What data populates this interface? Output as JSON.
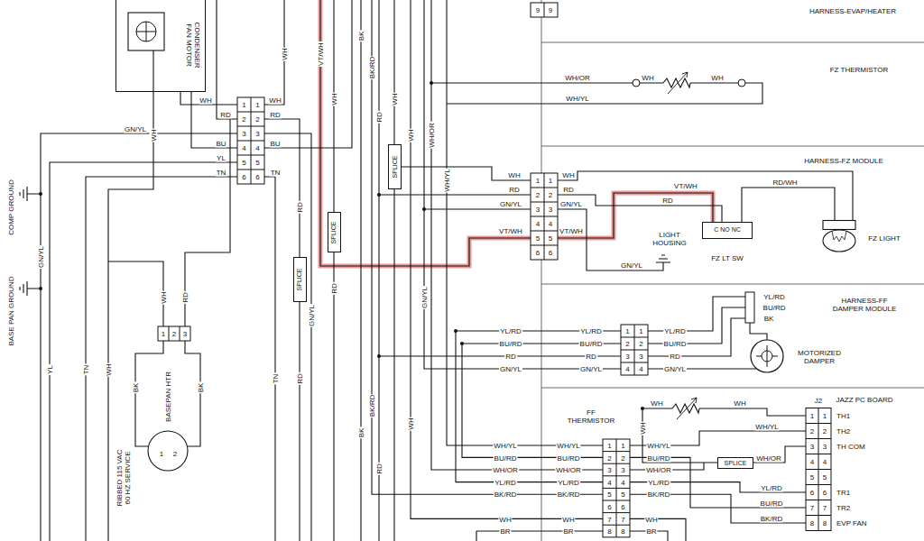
{
  "diagram": {
    "nodes": [
      {
        "text": [
          "CONDENSER FAN MOTOR"
        ]
      },
      {
        "text": [
          "SPLICE"
        ]
      },
      {
        "text": [
          "SPLICE"
        ]
      },
      {
        "text": [
          "SPLICE"
        ]
      },
      {
        "text": [
          "C NO NC",
          "FZ LT SW"
        ]
      },
      {
        "text": [
          "FZ LIGHT"
        ]
      },
      {
        "text": [
          "MOTORIZED DAMPER"
        ]
      },
      {
        "text": [
          "SPLICE"
        ]
      }
    ],
    "edges": [
      {
        "from": 4,
        "to": 5,
        "arrow": "none",
        "label": "RD/WH"
      }
    ],
    "labels": [
      "9",
      "9",
      "HARNESS-EVAP/HEATER",
      "FZ THERMISTOR",
      "WH/OR",
      "WH",
      "WH",
      "WH/YL",
      "HARNESS-FZ MODULE",
      "1",
      "2",
      "3",
      "4",
      "5",
      "6",
      "1",
      "2",
      "3",
      "4",
      "5",
      "6",
      "WH",
      "RD",
      "GN/YL",
      "VT/WH",
      "WH",
      "RD",
      "GN/YL",
      "VT/WH",
      "VT/WH",
      "RD",
      "LIGHT HOUSING",
      "GN/YL",
      "HARNESS-FF DAMPER MODULE",
      "YL/RD",
      "BU/RD",
      "BK",
      "1",
      "2",
      "3",
      "4",
      "1",
      "2",
      "3",
      "4",
      "YL/RD",
      "BU/RD",
      "RD",
      "GN/YL",
      "YL/RD",
      "BU/RD",
      "RD",
      "GN/YL",
      "YL/RD",
      "BU/RD",
      "RD",
      "GN/YL",
      "JAZZ PC BOARD",
      "J2",
      "FF THERMISTOR",
      "WH",
      "WH",
      "WH",
      "1",
      "2",
      "3",
      "4",
      "5",
      "6",
      "7",
      "8",
      "1",
      "2",
      "3",
      "4",
      "5",
      "6",
      "7",
      "8",
      "TH1",
      "TH2",
      "TH COM",
      "TR1",
      "TR2",
      "EVP FAN",
      "WH/YL",
      "WH/OR",
      "YL/RD",
      "BU/RD",
      "BK/RD",
      "1",
      "2",
      "3",
      "4",
      "5",
      "6",
      "7",
      "8",
      "1",
      "2",
      "3",
      "4",
      "5",
      "6",
      "7",
      "8",
      "WH/YL",
      "BU/RD",
      "WH/OR",
      "YL/RD",
      "BK/RD",
      "WH",
      "BR",
      "WH/YL",
      "BU/RD",
      "WH/OR",
      "YL/RD",
      "BK/RD",
      "WH",
      "BR",
      "WH/YL",
      "BU/RD",
      "WH/OR",
      "YL/RD",
      "BK/RD",
      "WH",
      "BR",
      "1",
      "2",
      "3",
      "4",
      "5",
      "6",
      "1",
      "2",
      "3",
      "4",
      "5",
      "6",
      "WH",
      "RD",
      "GN/YL",
      "BU",
      "YL",
      "TN",
      "WH",
      "RD",
      "BU",
      "TN",
      "WH",
      "VT/WH",
      "WH",
      "BK",
      "BK/RD",
      "RD",
      "WH",
      "WH",
      "GN/YL",
      "WH/OR",
      "WH/YL",
      "RD",
      "GN/YL",
      "RD",
      "RD",
      "TN",
      "BK/RD",
      "BK",
      "WH",
      "RD",
      "COMP GROUND",
      "GN/YL",
      "BASE PAN GROUND",
      "WH",
      "RD",
      "1",
      "2",
      "3",
      "BK",
      "BK",
      "BASEPAN HTR",
      "RIBBED 115 VAC 60 HZ SERVICE",
      "1",
      "2",
      "YL",
      "TN",
      "WH",
      "WH"
    ]
  }
}
